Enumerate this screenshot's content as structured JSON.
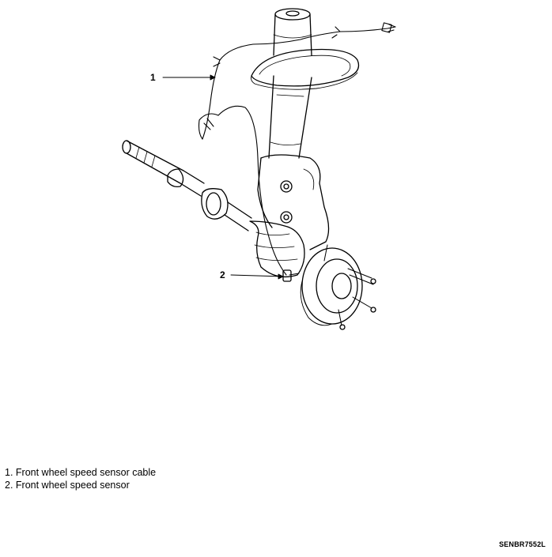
{
  "callouts": [
    {
      "number": "1"
    },
    {
      "number": "2"
    }
  ],
  "legend": [
    "1. Front wheel speed sensor cable",
    "2. Front wheel speed sensor"
  ],
  "figure_code": "SENBR7552L"
}
